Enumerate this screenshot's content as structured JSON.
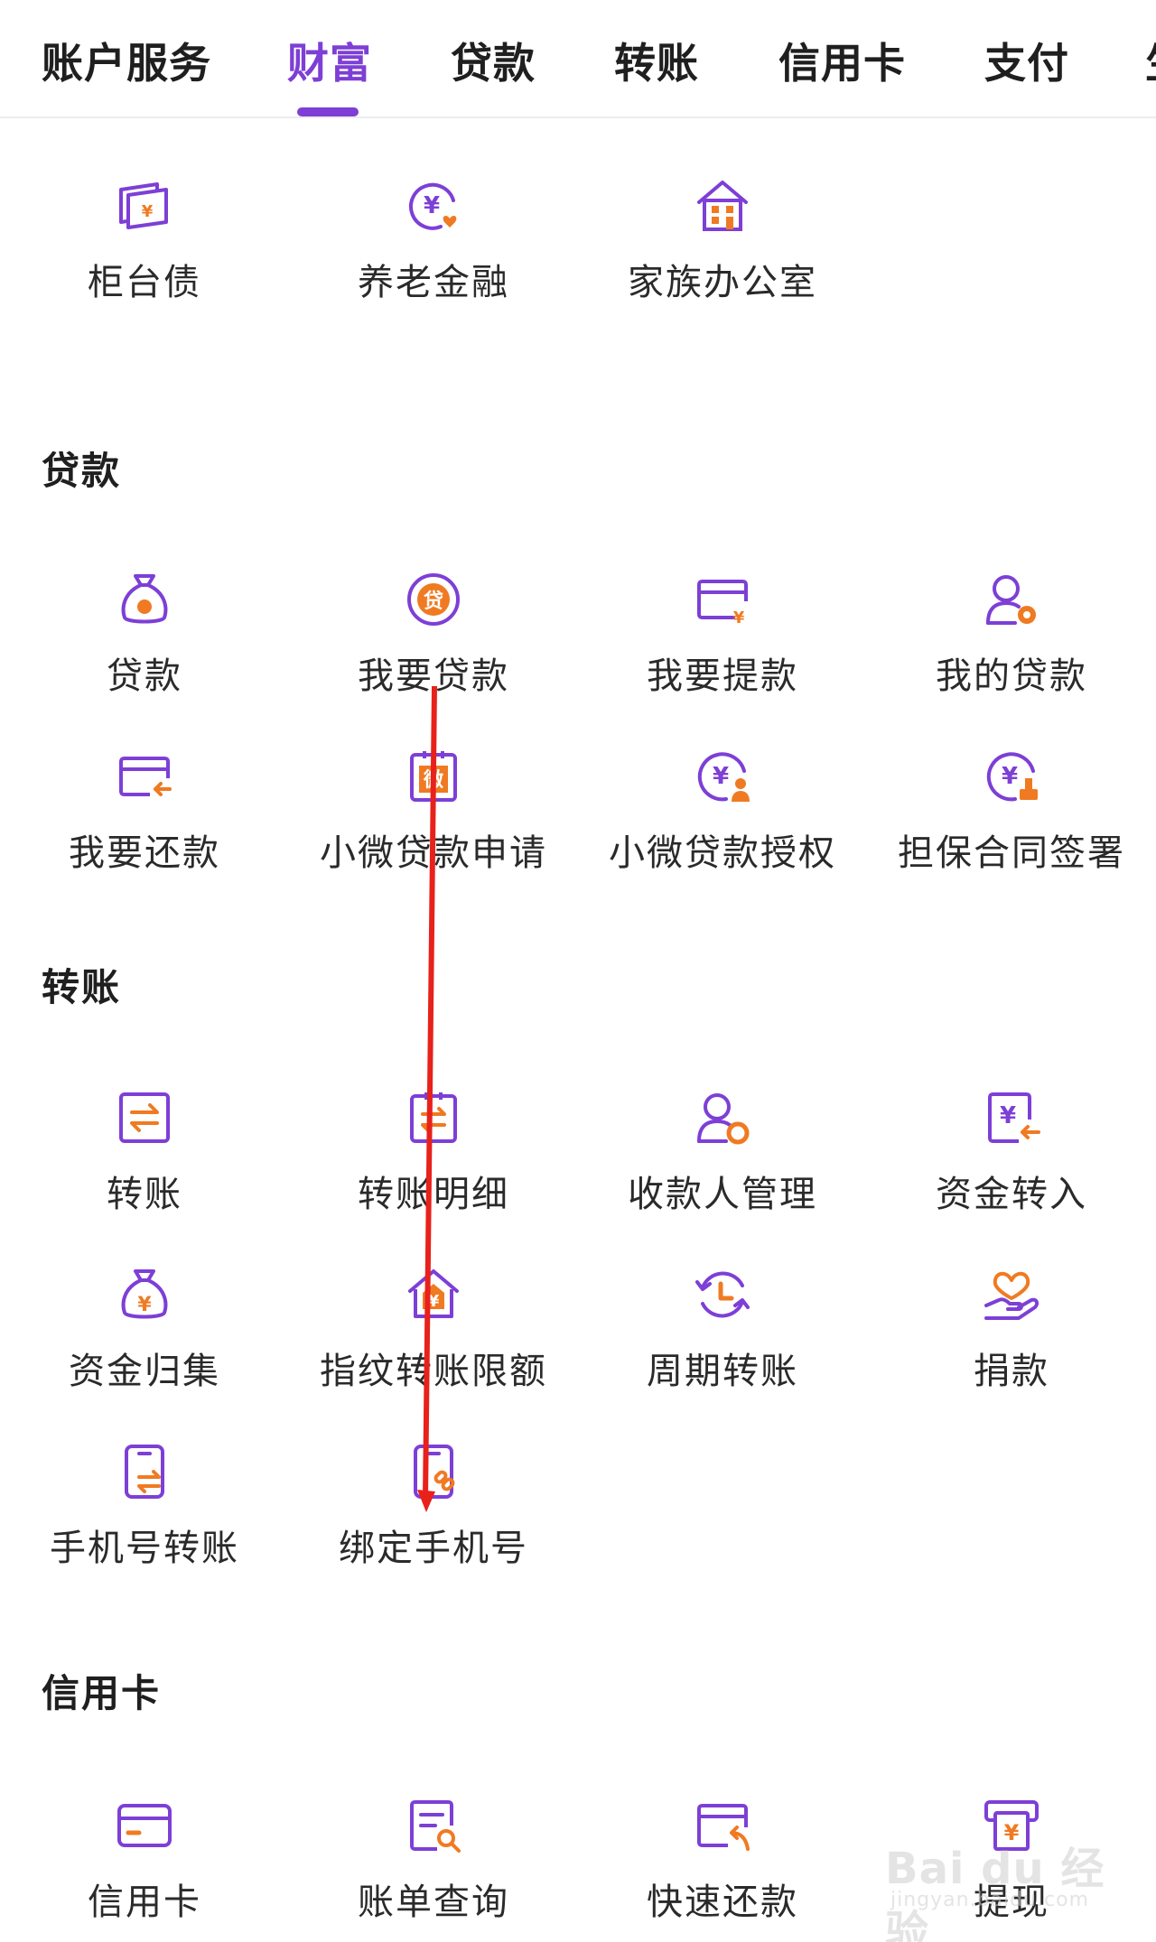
{
  "tabs": [
    "账户服务",
    "财富",
    "贷款",
    "转账",
    "信用卡",
    "支付",
    "生"
  ],
  "active_tab_index": 1,
  "wealth": {
    "items": [
      {
        "label": "柜台债",
        "icon": "banknote-yuan-icon"
      },
      {
        "label": "养老金融",
        "icon": "yuan-heart-circle-icon"
      },
      {
        "label": "家族办公室",
        "icon": "house-building-icon"
      }
    ]
  },
  "loan": {
    "title": "贷款",
    "items": [
      {
        "label": "贷款",
        "icon": "money-bag-icon"
      },
      {
        "label": "我要贷款",
        "icon": "loan-circle-icon"
      },
      {
        "label": "我要提款",
        "icon": "card-yuan-icon"
      },
      {
        "label": "我的贷款",
        "icon": "user-coin-icon"
      },
      {
        "label": "我要还款",
        "icon": "card-return-icon"
      },
      {
        "label": "小微贷款申请",
        "icon": "micro-document-icon"
      },
      {
        "label": "小微贷款授权",
        "icon": "yuan-person-icon"
      },
      {
        "label": "担保合同签署",
        "icon": "yuan-stamp-icon"
      }
    ]
  },
  "transfer": {
    "title": "转账",
    "items": [
      {
        "label": "转账",
        "icon": "transfer-arrows-icon"
      },
      {
        "label": "转账明细",
        "icon": "transfer-clipboard-icon"
      },
      {
        "label": "收款人管理",
        "icon": "payee-user-icon"
      },
      {
        "label": "资金转入",
        "icon": "yuan-doc-in-icon"
      },
      {
        "label": "资金归集",
        "icon": "money-bag-yuan-icon"
      },
      {
        "label": "指纹转账限额",
        "icon": "house-yuan-icon"
      },
      {
        "label": "周期转账",
        "icon": "cycle-clock-icon"
      },
      {
        "label": "捐款",
        "icon": "hand-heart-icon"
      },
      {
        "label": "手机号转账",
        "icon": "phone-transfer-icon"
      },
      {
        "label": "绑定手机号",
        "icon": "phone-link-icon"
      }
    ]
  },
  "credit_card": {
    "title": "信用卡",
    "items": [
      {
        "label": "信用卡",
        "icon": "credit-card-icon"
      },
      {
        "label": "账单查询",
        "icon": "bill-search-icon"
      },
      {
        "label": "快速还款",
        "icon": "card-repay-icon"
      },
      {
        "label": "提现",
        "icon": "atm-yuan-icon"
      }
    ]
  },
  "watermark": {
    "main": "Bai du 经验",
    "sub": "jingyan.baidu.com"
  },
  "colors": {
    "accent": "#7d3fd6",
    "icon_orange": "#f07a22",
    "annotation_red": "#e8211b"
  }
}
